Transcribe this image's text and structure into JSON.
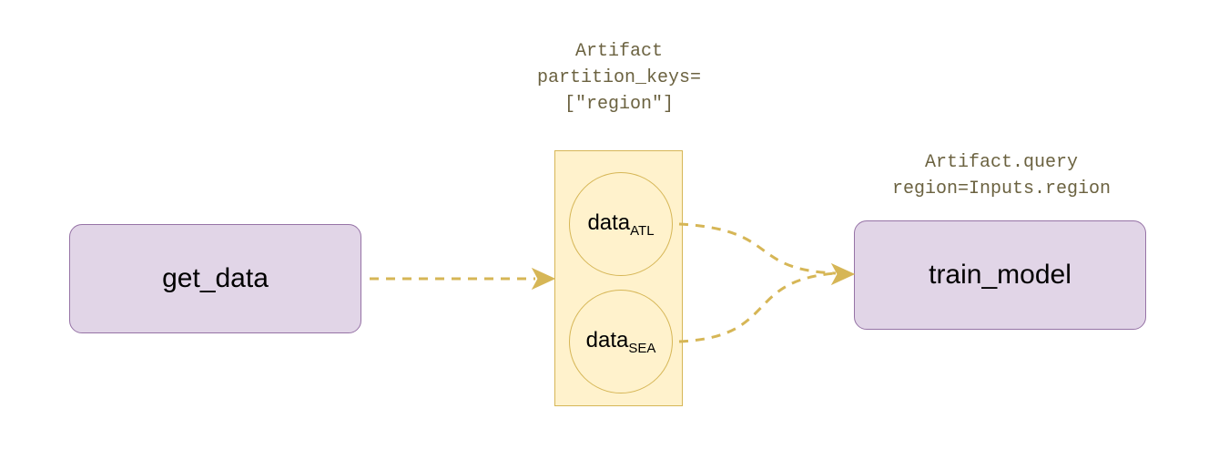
{
  "nodes": {
    "get_data": "get_data",
    "train_model": "train_model"
  },
  "artifact": {
    "line1": "Artifact",
    "line2": "partition_keys=",
    "line3": "[\"region\"]"
  },
  "partitions": [
    {
      "base": "data",
      "sub": "ATL"
    },
    {
      "base": "data",
      "sub": "SEA"
    }
  ],
  "query": {
    "line1": "Artifact.query",
    "line2": "region=Inputs.region"
  },
  "colors": {
    "process_fill": "#e1d5e7",
    "process_stroke": "#9673a6",
    "artifact_fill": "#fff2cc",
    "artifact_stroke": "#d6b656",
    "edge": "#d6b656",
    "code_text": "#6b6240"
  }
}
